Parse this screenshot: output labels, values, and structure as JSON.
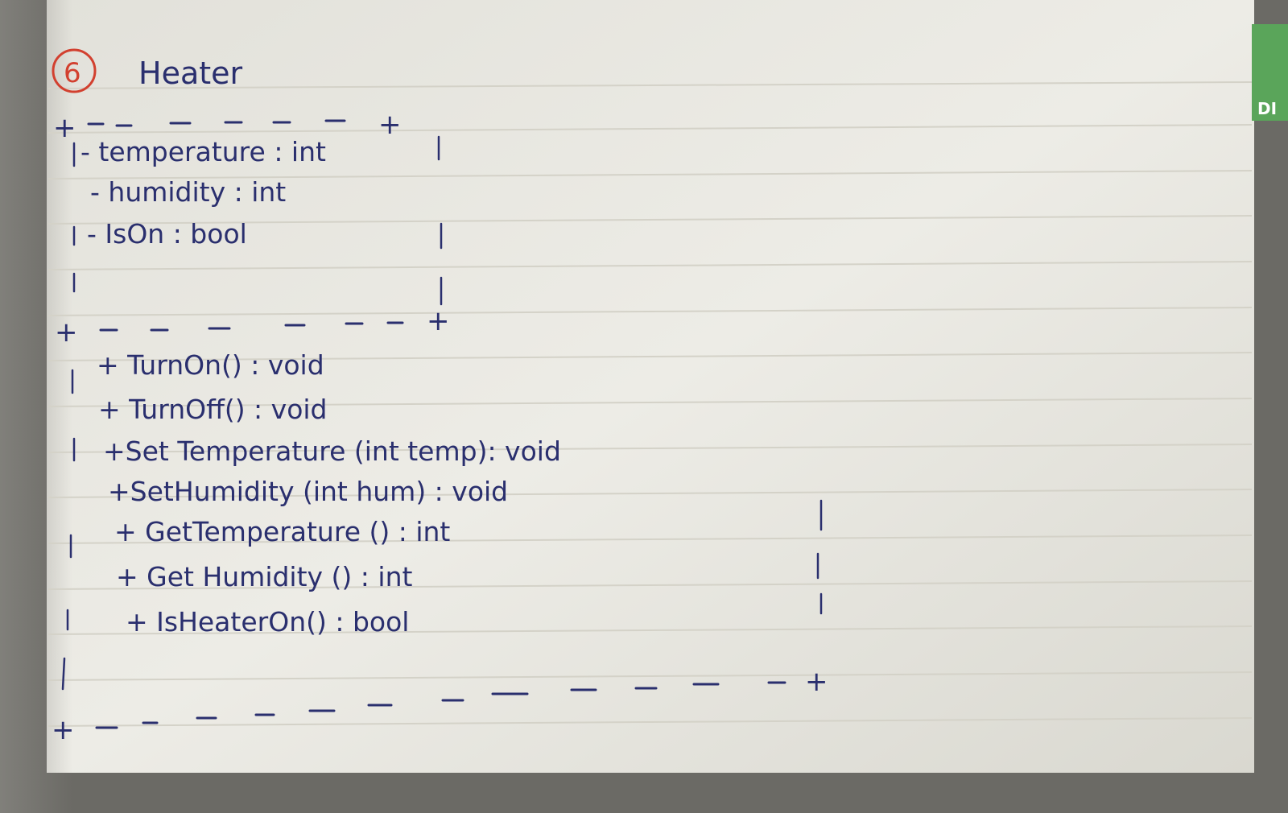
{
  "notebook": {
    "problem_number": "6",
    "class_name": "Heater",
    "attributes": [
      "- temperature : int",
      "- humidity : int",
      "- IsOn : bool"
    ],
    "methods": [
      "+ TurnOn() : void",
      "+ TurnOff() : void",
      "+Set Temperature (int temp): void",
      "+SetHumidity (int hum) : void",
      "+ GetTemperature () : int",
      "+ Get Humidity () : int",
      "+ IsHeaterOn() : bool"
    ],
    "corner_mark": "+",
    "side_tab_text": "DI",
    "colors": {
      "ink": "#2a2f6e",
      "circle": "#d2402f",
      "paper": "#ecebe4",
      "rule_line": "#d8d6cd",
      "side_tab": "#5aa55a"
    }
  }
}
